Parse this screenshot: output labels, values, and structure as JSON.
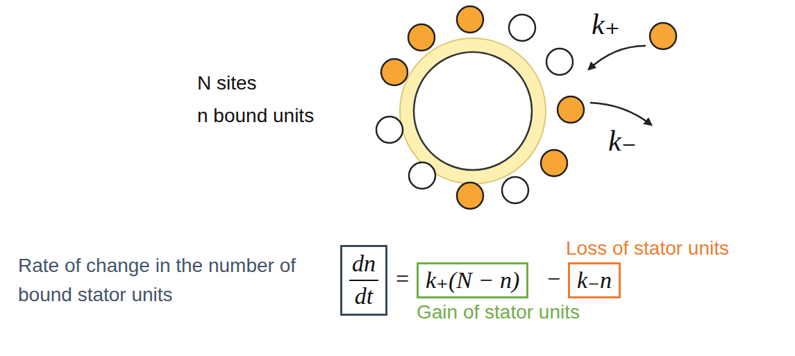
{
  "diagram": {
    "nodes": [
      {
        "text": [
          "Rate of change in the number of bound stator units",
          "dn",
          "dt"
        ]
      },
      {
        "text": [
          "k₊(N − n)",
          "Gain of stator units"
        ]
      },
      {
        "text": [
          "k₋n",
          "Loss of stator units"
        ]
      }
    ],
    "labels": [
      "N sites",
      "n bound units",
      "k₊",
      "k₋",
      "=",
      "−"
    ]
  }
}
